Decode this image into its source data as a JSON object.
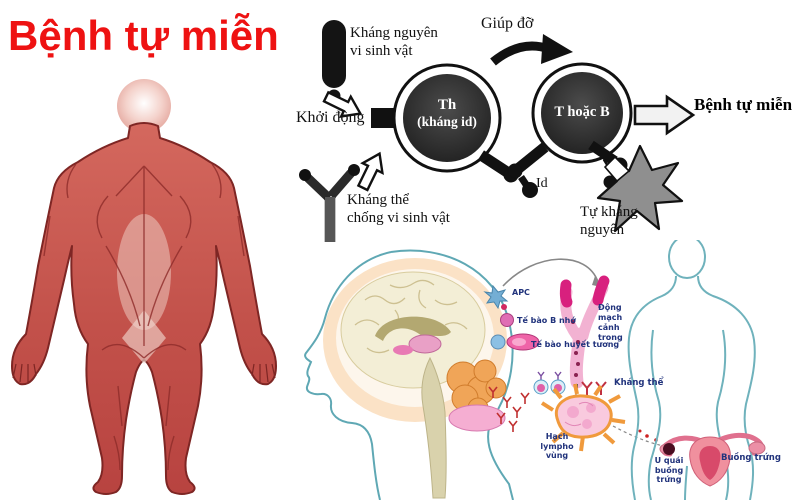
{
  "title": "Bệnh tự miễn",
  "colors": {
    "title_red": "#ee1212",
    "navy_label": "#21337c",
    "teal_outline": "#5fa8b4",
    "body_red": "#bc4a44"
  },
  "immune_diagram": {
    "microbial_antigen": {
      "line1": "Kháng nguyên",
      "line2": "vi sinh vật"
    },
    "help": "Giúp đỡ",
    "start": "Khởi động",
    "th_cell": {
      "line1": "Th",
      "line2": "(kháng id)"
    },
    "t_or_b_cell": "T hoặc B",
    "result": "Bệnh tự miễn",
    "anti_microbial_antibody": {
      "line1": "Kháng thể",
      "line2": "chống vi sinh vật"
    },
    "id": "Id",
    "self_antigen": {
      "line1": "Tự kháng",
      "line2": "nguyên"
    }
  },
  "body_illustration": {
    "apc": "APC",
    "memory_b_cell": "Tế bào B nhớ",
    "plasma_cell": "Tế bào huyết tương",
    "artery": {
      "line1": "Động",
      "line2": "mạch",
      "line3": "cảnh",
      "line4": "trong"
    },
    "antibody": "Kháng thể",
    "lymph_node": {
      "line1": "Hạch",
      "line2": "lympho",
      "line3": "vùng"
    },
    "ovarian_teratoma": {
      "line1": "U quái",
      "line2": "buồng trứng"
    },
    "ovary": "Buồng trứng"
  }
}
